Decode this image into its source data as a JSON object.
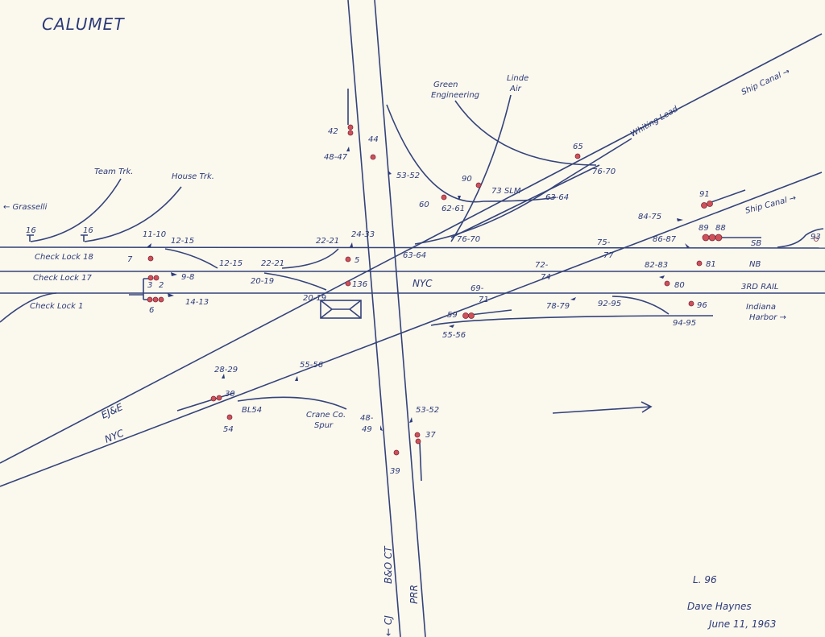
{
  "title": "CALUMET",
  "railroads": {
    "ejne": "EJ&E",
    "nyc_diag": "NYC",
    "nyc_main": "NYC",
    "bo_ct": "B&O CT",
    "cj": "← CJ",
    "prr": "PRR"
  },
  "places": {
    "grasselli": "← Grasselli",
    "team_trk": "Team Trk.",
    "house_trk": "House Trk.",
    "green_eng_1": "Green",
    "green_eng_2": "Engineering",
    "linde_1": "Linde",
    "linde_2": "Air",
    "whiting_lead": "Whiting Lead",
    "ship_canal_top": "Ship Canal →",
    "ship_canal_mid": "Ship Canal →",
    "indiana_1": "Indiana",
    "indiana_2": "Harbor →",
    "crane_1": "Crane Co.",
    "crane_2": "Spur",
    "check_lock_18": "Check Lock 18",
    "check_lock_17": "Check Lock 17",
    "check_lock_1": "Check Lock 1",
    "sb": "SB",
    "nb": "NB",
    "third_rail": "3RD RAIL"
  },
  "numbers": {
    "n16a": "16",
    "n16b": "16",
    "n11_10": "11-10",
    "n12_15a": "12-15",
    "n12_15b": "12-15",
    "n7": "7",
    "n9_8": "9-8",
    "n3": "3",
    "n2": "2",
    "n6": "6",
    "n14_13": "14-13",
    "n22_21a": "22-21",
    "n22_21b": "22-21",
    "n24_33": "24-33",
    "n5": "5",
    "n20_19a": "20-19",
    "n20_19b": "20-19",
    "n136": "136",
    "n42": "42",
    "n44": "44",
    "n48_47": "48-47",
    "n53_52a": "53-52",
    "n90": "90",
    "n73slm": "73 SLM",
    "n60": "60",
    "n62_61": "62-61",
    "n65": "65",
    "n63_64a": "63-64",
    "n63_64b": "63-64",
    "n76_70a": "76-70",
    "n76_70b": "76-70",
    "n91": "91",
    "n84_75": "84-75",
    "n89": "89",
    "n88": "88",
    "n86_87": "86-87",
    "n75_77a": "75-",
    "n75_77b": "77",
    "n93": "93",
    "n82_83": "82-83",
    "n81": "81",
    "n72_74a": "72-",
    "n72_74b": "74",
    "n80": "80",
    "n69_71a": "69-",
    "n69_71b": "71",
    "n78_79": "78-79",
    "n92_95": "92-95",
    "n94_95": "94-95",
    "n96": "96",
    "n59": "59",
    "n55_56a": "55-56",
    "n55_56b": "55-56",
    "n28_29": "28-29",
    "n30": "30",
    "bl54": "BL54",
    "n54": "54",
    "n48_49a": "48-",
    "n48_49b": "49",
    "n53_52b": "53-52",
    "n37": "37",
    "n39": "39"
  },
  "footer": {
    "sheet": "L. 96",
    "author": "Dave Haynes",
    "date": "June 11, 1963"
  }
}
